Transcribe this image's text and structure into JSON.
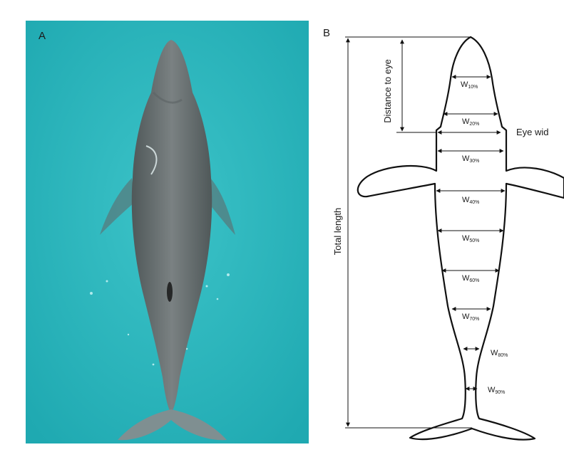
{
  "panels": {
    "a": {
      "label": "A",
      "image": "aerial photograph of humpback whale from above on turquoise water"
    },
    "b": {
      "label": "B"
    }
  },
  "labels": {
    "total_length": "Total length",
    "distance_to_eye": "Distance to eye",
    "eye_width": "Eye wid"
  },
  "widths": [
    {
      "main": "W",
      "sub": "10%"
    },
    {
      "main": "W",
      "sub": "20%"
    },
    {
      "main": "W",
      "sub": "30%"
    },
    {
      "main": "W",
      "sub": "40%"
    },
    {
      "main": "W",
      "sub": "50%"
    },
    {
      "main": "W",
      "sub": "60%"
    },
    {
      "main": "W",
      "sub": "70%"
    },
    {
      "main": "W",
      "sub": "80%"
    },
    {
      "main": "W",
      "sub": "90%"
    }
  ],
  "colors": {
    "water": "#2bb8bf",
    "whale": "#6f7677",
    "outline": "#111111"
  }
}
